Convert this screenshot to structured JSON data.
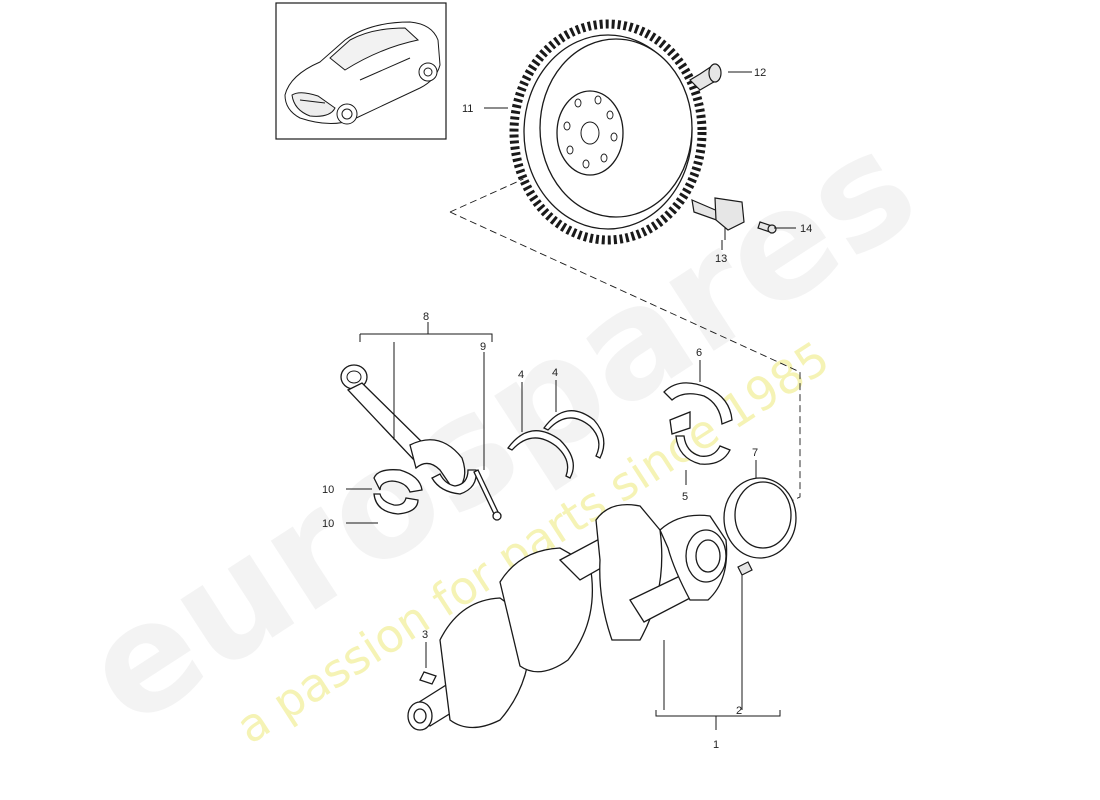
{
  "watermark": {
    "brand": "eurospares",
    "tagline": "a passion for parts since 1985"
  },
  "callouts": {
    "c1": "1",
    "c2": "2",
    "c3": "3",
    "c4a": "4",
    "c4b": "4",
    "c5": "5",
    "c6": "6",
    "c7": "7",
    "c8": "8",
    "c9": "9",
    "c10a": "10",
    "c10b": "10",
    "c11": "11",
    "c12": "12",
    "c13": "13",
    "c14": "14"
  },
  "colors": {
    "line": "#1a1a1a",
    "watermark_grey": "#e9e9e9",
    "watermark_yellow": "#f1ef9c"
  },
  "icons": [
    "car-thumbnail-icon",
    "flywheel-icon",
    "crankshaft-icon",
    "connecting-rod-icon"
  ]
}
